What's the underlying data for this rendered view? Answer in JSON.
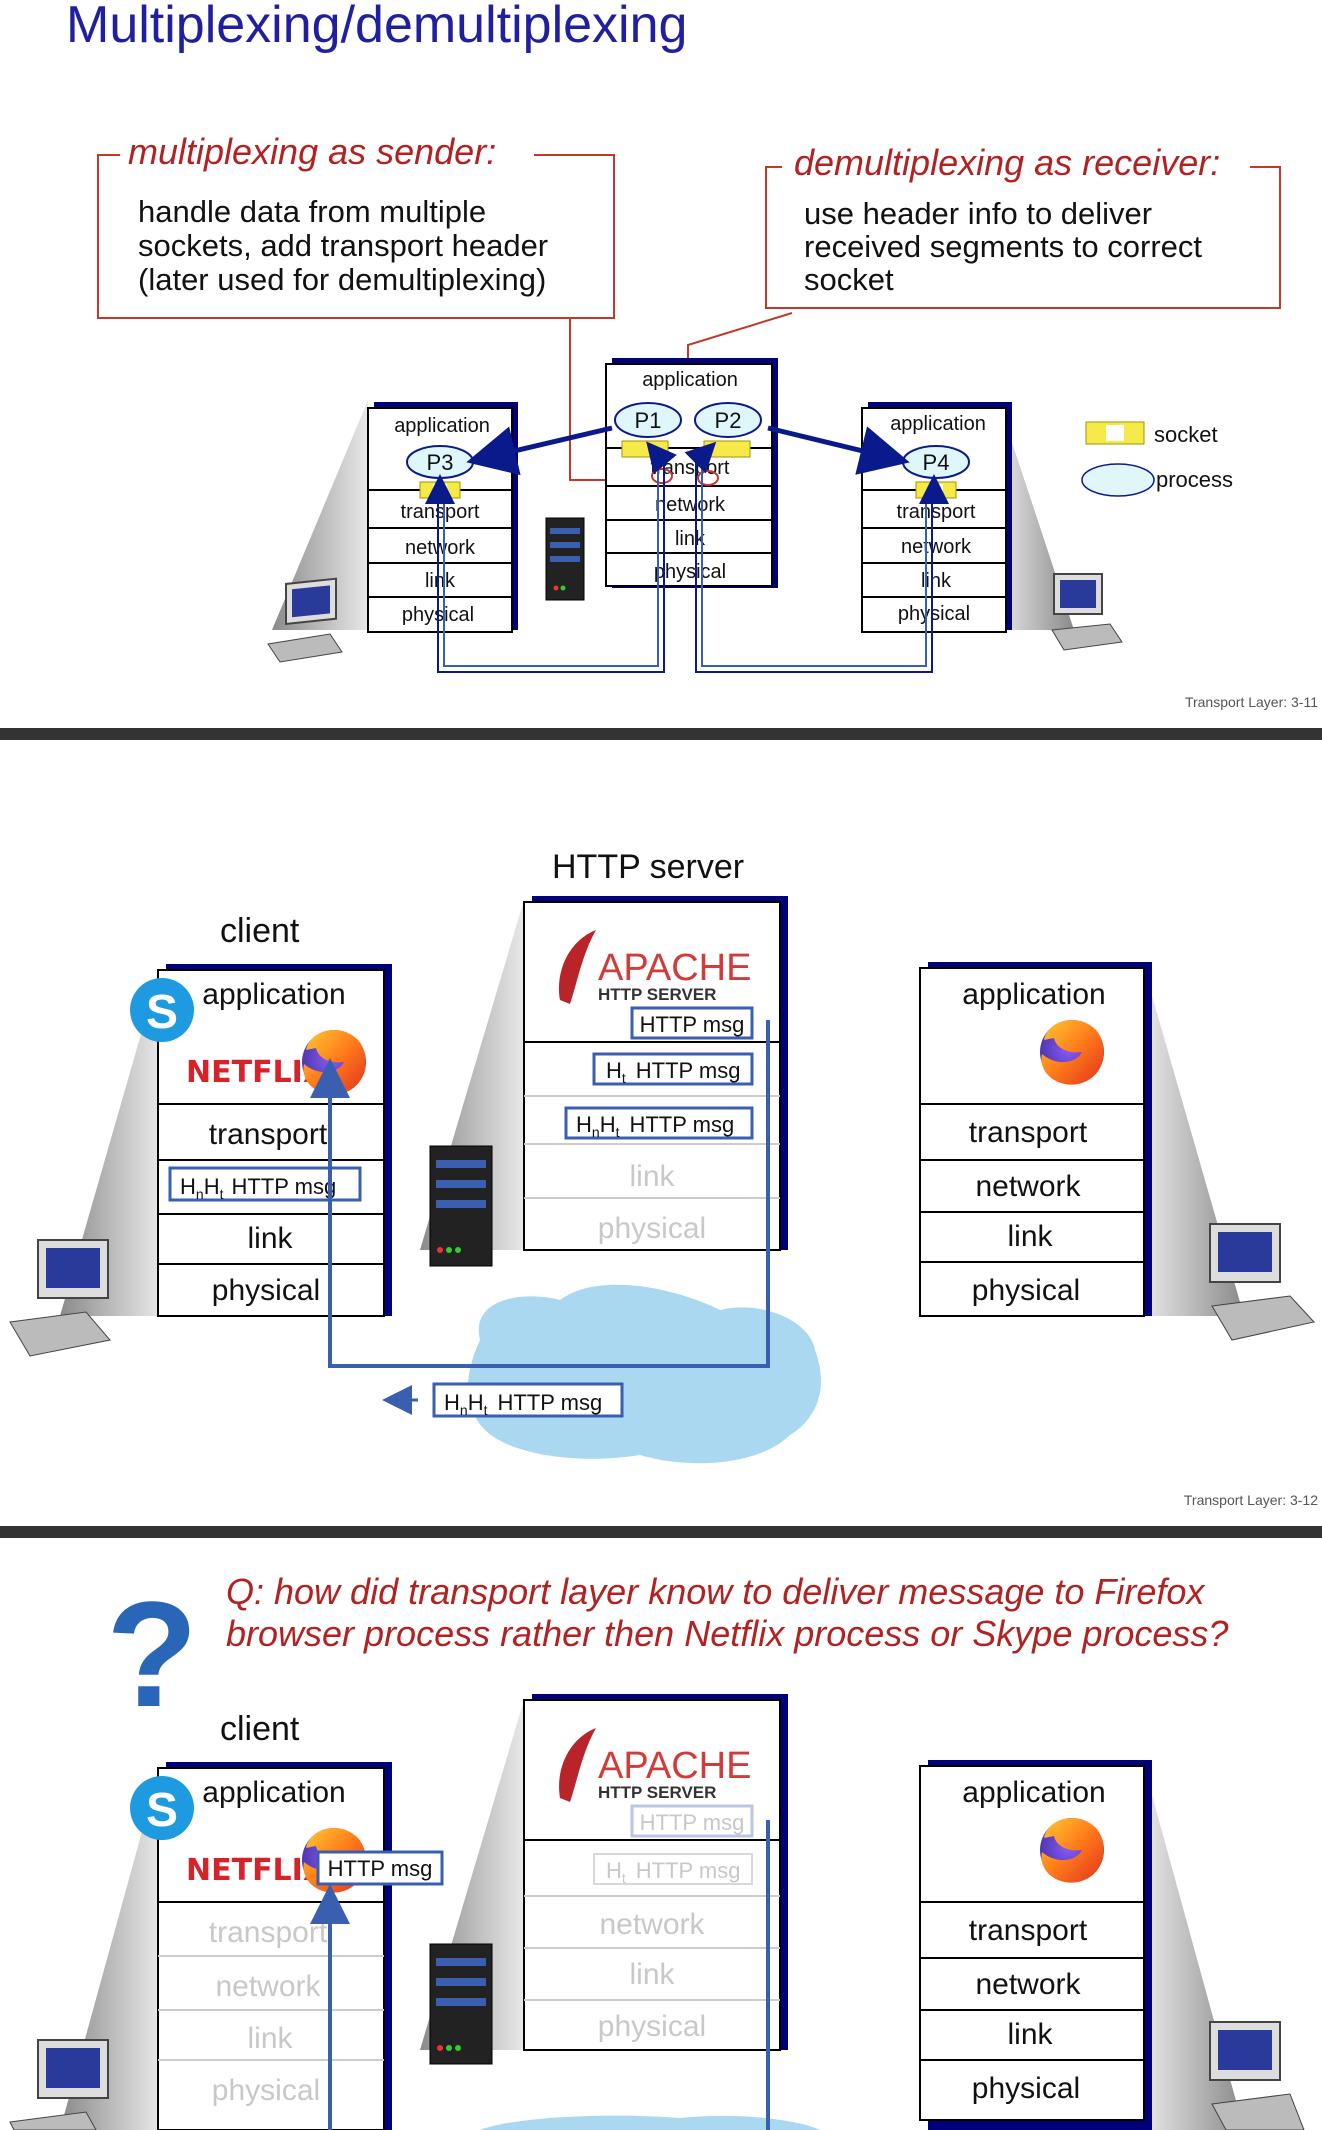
{
  "slide1": {
    "title": "Multiplexing/demultiplexing",
    "sender_box": {
      "heading": "multiplexing as sender:",
      "lines": [
        "handle data from multiple",
        "sockets, add transport header",
        "(later used for demultiplexing)"
      ]
    },
    "receiver_box": {
      "heading": "demultiplexing as receiver:",
      "lines": [
        "use header info to deliver",
        "received segments to correct",
        "socket"
      ]
    },
    "left_stack": {
      "layers": [
        "application",
        "transport",
        "network",
        "link",
        "physical"
      ],
      "process": "P3"
    },
    "middle_stack": {
      "layers": [
        "application",
        "transport",
        "network",
        "link",
        "physical"
      ],
      "processes": [
        "P1",
        "P2"
      ]
    },
    "right_stack": {
      "layers": [
        "application",
        "transport",
        "network",
        "link",
        "physical"
      ],
      "process": "P4"
    },
    "legend": {
      "socket": "socket",
      "process": "process"
    },
    "footer": "Transport Layer: 3-11",
    "colors": {
      "title": "#1f1f9f",
      "heading": "#b22222",
      "box_border": "#c0392b",
      "arrow": "#0a1a8a",
      "process_fill": "#dff6fb",
      "socket_fill": "#f6e94a"
    }
  },
  "slide2": {
    "server_title": "HTTP server",
    "client_title": "client",
    "apache": {
      "name": "APACHE",
      "sub": "HTTP SERVER"
    },
    "netflix": "NETFLIX",
    "client_layers": [
      "application",
      "transport",
      "link",
      "physical"
    ],
    "server_layers": [
      "link",
      "physical"
    ],
    "right_layers": [
      "application",
      "transport",
      "network",
      "link",
      "physical"
    ],
    "msgs": {
      "http": "HTTP msg",
      "ht_h": "H",
      "ht_sub": "t",
      "hn_h": "H",
      "hn_sub": "n"
    },
    "footer": "Transport Layer: 3-12",
    "colors": {
      "msg_border": "#3a5fb0",
      "cloud": "#aad8f0",
      "stack_shadow": "#00007a"
    }
  },
  "slide3": {
    "question_mark": "?",
    "question_lines": [
      "Q: how did transport layer know to deliver message to Firefox",
      "browser process rather then Netflix process or Skype process?"
    ],
    "client_title": "client",
    "apache": {
      "name": "APACHE",
      "sub": "HTTP SERVER"
    },
    "netflix": "NETFLIX",
    "client_layers_faded": [
      "transport",
      "network",
      "link",
      "physical"
    ],
    "client_app": "application",
    "server_layers_faded": [
      "network",
      "link",
      "physical"
    ],
    "right_layers": [
      "application",
      "transport",
      "network",
      "link",
      "physical"
    ],
    "msgs": {
      "http": "HTTP msg"
    },
    "colors": {
      "question": "#b22222",
      "qmark": "#2a66b8",
      "faded": "#c8c8c8"
    }
  }
}
